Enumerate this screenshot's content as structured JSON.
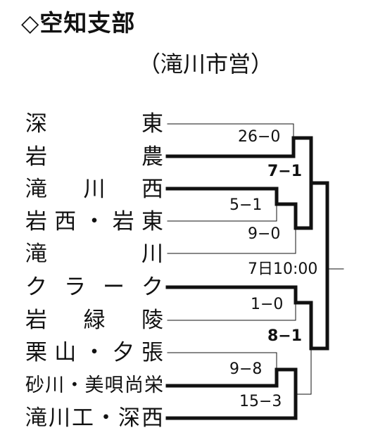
{
  "title": "◇空知支部",
  "venue": "（滝川市営）",
  "teams": [
    "深　　東",
    "岩　　農",
    "滝　川　西",
    "岩西・岩東",
    "滝　　川",
    "ク ラ ー ク",
    "岩　緑　陵",
    "栗山・夕張",
    "砂川・美唄尚栄",
    "滝川工・深西"
  ],
  "scores": {
    "r1_a": "26−0",
    "r1_b": "5−1",
    "r2_a": "9−0",
    "r2_b": "1−0",
    "r1_c": "9−8",
    "r2_c": "15−3",
    "semi_top": "7−1",
    "semi_bottom": "8−1",
    "final_time": "7日10:00"
  }
}
